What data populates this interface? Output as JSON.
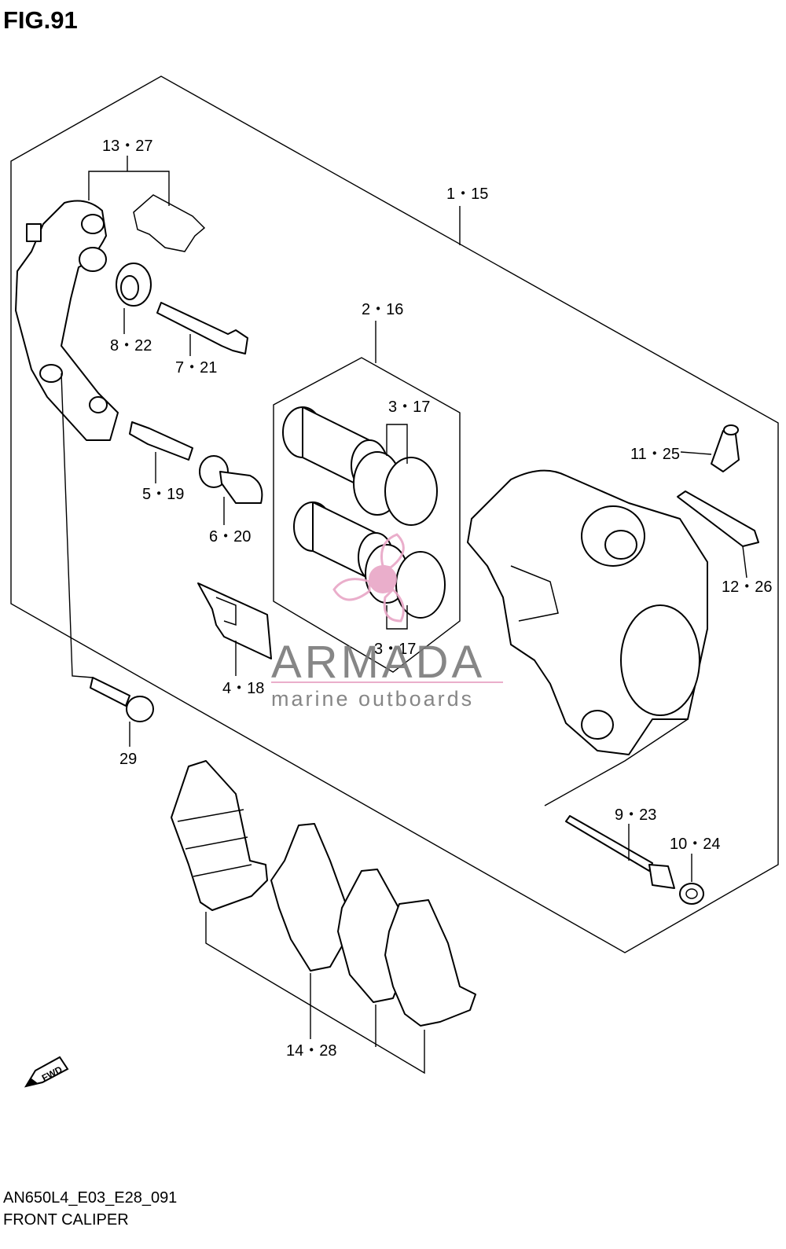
{
  "figure": {
    "title": "FIG.91"
  },
  "callouts": [
    {
      "id": "assembly",
      "label": "1・15"
    },
    {
      "id": "piston-set",
      "label": "2・16"
    },
    {
      "id": "seal-upper",
      "label": "3・17"
    },
    {
      "id": "seal-lower",
      "label": "3・17"
    },
    {
      "id": "spring",
      "label": "4・18"
    },
    {
      "id": "pin-a",
      "label": "5・19"
    },
    {
      "id": "boot-a",
      "label": "6・20"
    },
    {
      "id": "pin-b",
      "label": "7・21"
    },
    {
      "id": "boot-b",
      "label": "8・22"
    },
    {
      "id": "pad-pin",
      "label": "9・23"
    },
    {
      "id": "plug",
      "label": "10・24"
    },
    {
      "id": "bleeder",
      "label": "11・25"
    },
    {
      "id": "cap",
      "label": "12・26"
    },
    {
      "id": "bracket",
      "label": "13・27"
    },
    {
      "id": "pads",
      "label": "14・28"
    },
    {
      "id": "bolt",
      "label": "29"
    }
  ],
  "fwd": {
    "text": "FWD"
  },
  "watermark": {
    "brand": "ARMADA",
    "tagline": "marine outboards",
    "brand_color": "#7a7a7a",
    "accent_color": "#e8a6c6"
  },
  "footer": {
    "code": "AN650L4_E03_E28_091",
    "caption": "FRONT CALIPER"
  }
}
